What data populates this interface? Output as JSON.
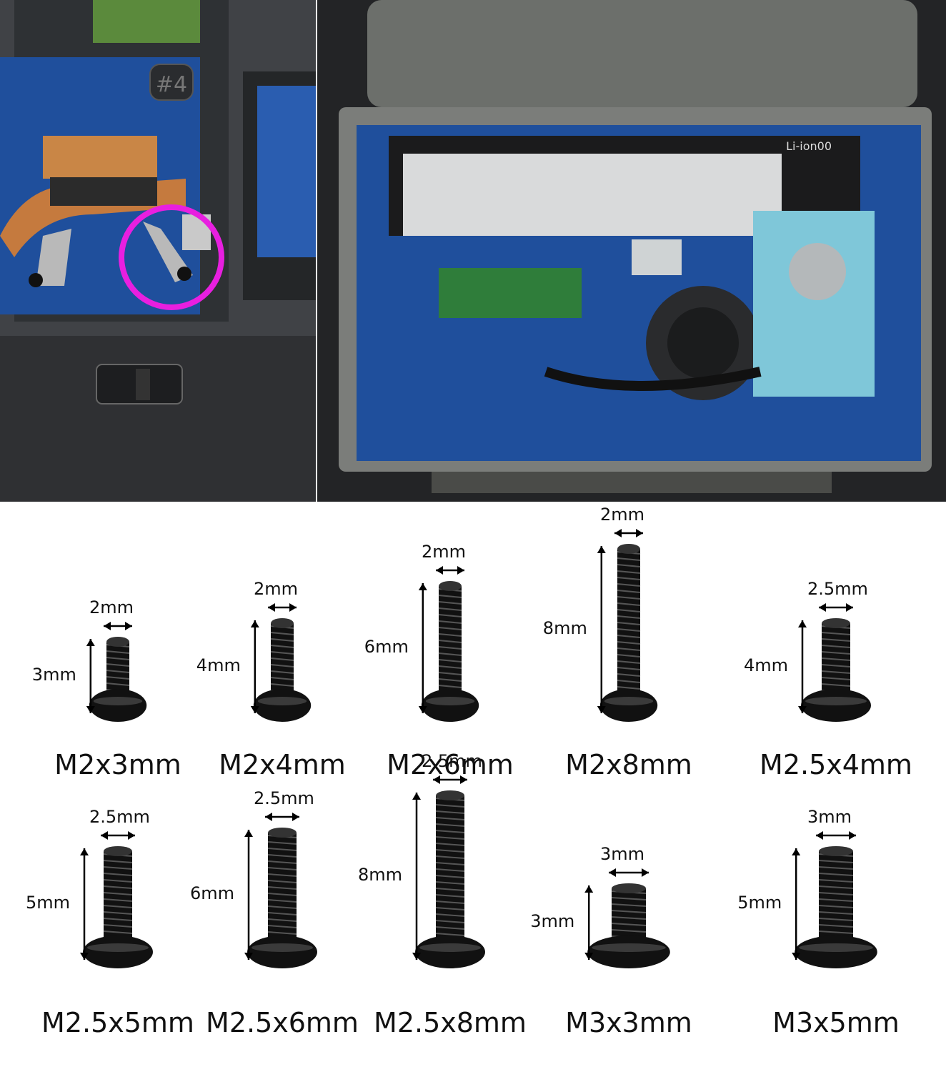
{
  "colors": {
    "highlight_circle": "#e81fe0",
    "board_blue": "#1f4f9c",
    "copper": "#c57a3e",
    "screw": "#111111"
  },
  "top_photos": [
    {
      "id": "heatsink-closeup",
      "highlight": "magenta circle around screw",
      "board_marking": "#4"
    },
    {
      "id": "open-laptop",
      "battery_marking": "Li-ion00"
    }
  ],
  "screws": [
    {
      "label": "M2x3mm",
      "diameter_label": "2mm",
      "length_label": "3mm",
      "diameter_mm": 2,
      "length_mm": 3
    },
    {
      "label": "M2x4mm",
      "diameter_label": "2mm",
      "length_label": "4mm",
      "diameter_mm": 2,
      "length_mm": 4
    },
    {
      "label": "M2x6mm",
      "diameter_label": "2mm",
      "length_label": "6mm",
      "diameter_mm": 2,
      "length_mm": 6
    },
    {
      "label": "M2x8mm",
      "diameter_label": "2mm",
      "length_label": "8mm",
      "diameter_mm": 2,
      "length_mm": 8
    },
    {
      "label": "M2.5x4mm",
      "diameter_label": "2.5mm",
      "length_label": "4mm",
      "diameter_mm": 2.5,
      "length_mm": 4
    },
    {
      "label": "M2.5x5mm",
      "diameter_label": "2.5mm",
      "length_label": "5mm",
      "diameter_mm": 2.5,
      "length_mm": 5
    },
    {
      "label": "M2.5x6mm",
      "diameter_label": "2.5mm",
      "length_label": "6mm",
      "diameter_mm": 2.5,
      "length_mm": 6
    },
    {
      "label": "M2.5x8mm",
      "diameter_label": "2.5mm",
      "length_label": "8mm",
      "diameter_mm": 2.5,
      "length_mm": 8
    },
    {
      "label": "M3x3mm",
      "diameter_label": "3mm",
      "length_label": "3mm",
      "diameter_mm": 3,
      "length_mm": 3
    },
    {
      "label": "M3x5mm",
      "diameter_label": "3mm",
      "length_label": "5mm",
      "diameter_mm": 3,
      "length_mm": 5
    }
  ]
}
